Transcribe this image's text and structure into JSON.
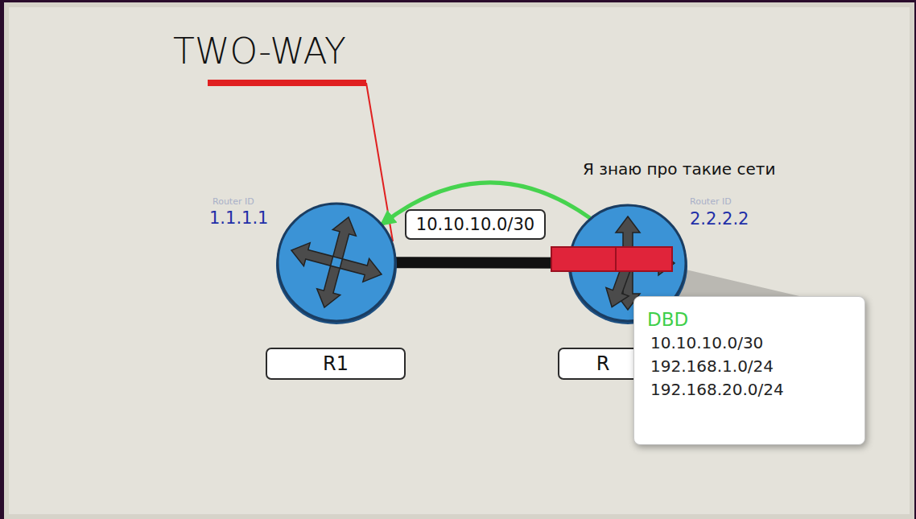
{
  "diagram": {
    "nodes": [
      {
        "text": [
          "Router ID",
          "1.1.1.1"
        ]
      },
      {
        "text": [
          "R1"
        ]
      },
      {
        "text": [
          "10.10.10.0/30"
        ]
      },
      {
        "text": [
          "Router ID",
          "2.2.2.2"
        ]
      },
      {
        "text": [
          "R"
        ]
      },
      {
        "text": [
          "DBD",
          "10.10.10.0/30",
          "192.168.1.0/24",
          "192.168.20.0/24"
        ]
      }
    ],
    "edges": [
      {
        "from": 0,
        "to": 3,
        "arrow": "none"
      },
      {
        "from": 3,
        "to": 0,
        "arrow": "to"
      }
    ],
    "labels": [
      "TWO-WAY",
      "Я знаю про такие сети"
    ]
  }
}
